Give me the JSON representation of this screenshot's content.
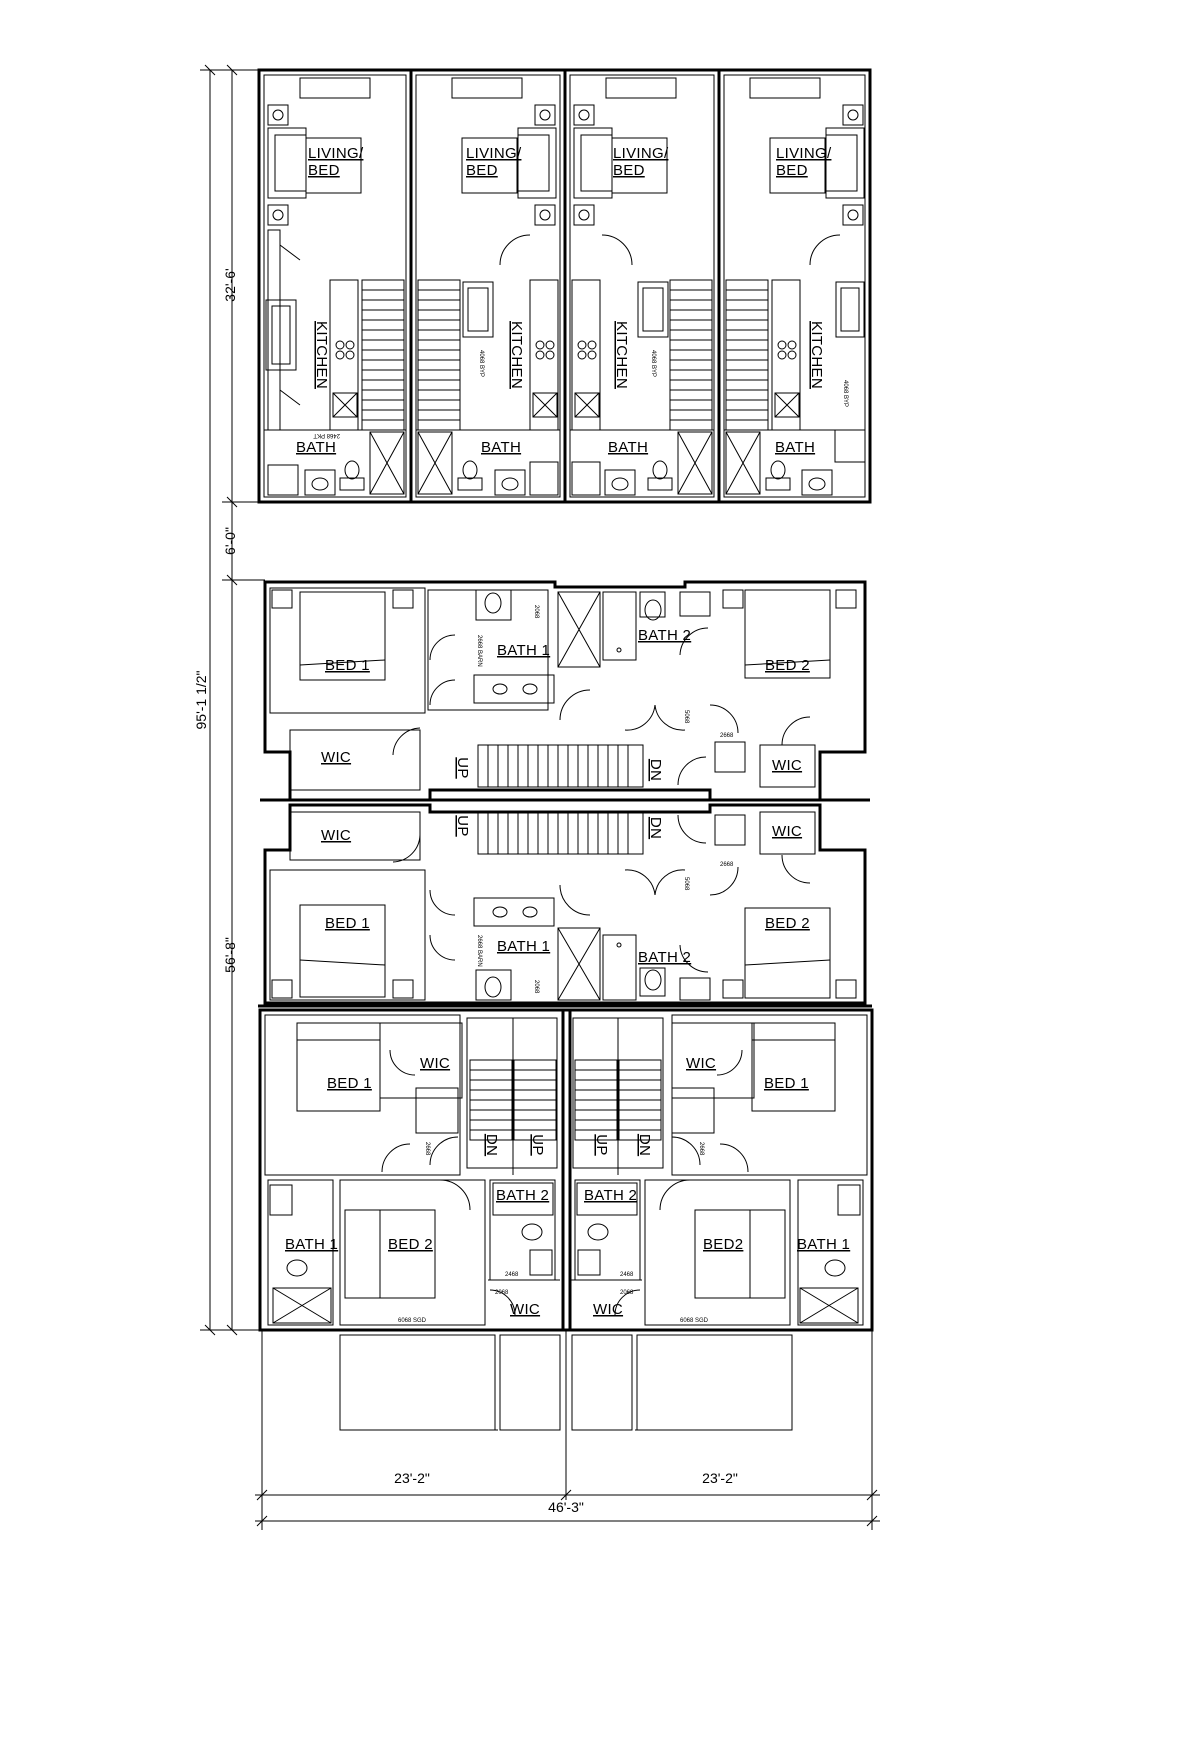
{
  "dimensions": {
    "upper_height": "32'-6'",
    "gap": "6'-0\"",
    "overall_height": "95'-1 1/2\"",
    "lower_height": "56'-8\"",
    "half_width_left": "23'-2\"",
    "half_width_right": "23'-2\"",
    "overall_width": "46'-3\""
  },
  "studio_units": {
    "living_label_1": "LIVING/",
    "living_label_2": "BED",
    "kitchen_label": "KITCHEN",
    "bath_label": "BATH",
    "door_note_1": "2468 PKT",
    "door_note_2": "4068 BYP"
  },
  "middle_units": {
    "bed1": "BED 1",
    "bed2": "BED 2",
    "bath1": "BATH 1",
    "bath2": "BATH 2",
    "wic": "WIC",
    "up": "UP",
    "dn": "DN",
    "door_2668": "2668",
    "door_5068": "5068",
    "door_2068": "2068",
    "door_barn": "2668 BARN"
  },
  "lower_units": {
    "bed1": "BED 1",
    "bed2_left": "BED 2",
    "bed2_right": "BED2",
    "bath1": "BATH 1",
    "bath2": "BATH 2",
    "wic": "WIC",
    "up": "UP",
    "dn": "DN",
    "door_2468": "2468",
    "door_2068": "2068",
    "door_2668": "2668",
    "sgd": "6068 SGD"
  }
}
